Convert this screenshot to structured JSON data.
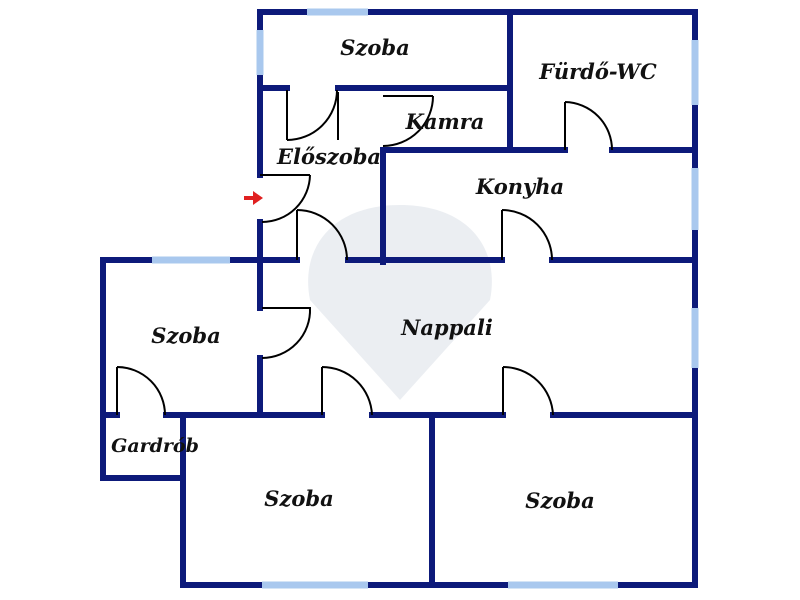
{
  "plan": {
    "colors": {
      "wall": "#0d1a7a",
      "window": "#a9c8ee",
      "entrance_arrow": "#e02020",
      "watermark": "#e9ecf1"
    },
    "rooms": {
      "szoba_top": "Szoba",
      "furdo_wc": "Fürdő-WC",
      "kamra": "Kamra",
      "eloszoba": "Előszoba",
      "konyha": "Konyha",
      "szoba_left": "Szoba",
      "nappali": "Nappali",
      "gardrob": "Gardrób",
      "szoba_bottom_left": "Szoba",
      "szoba_bottom_right": "Szoba"
    },
    "icons": {
      "entrance": "entrance-arrow-icon",
      "watermark": "logo-watermark-icon"
    }
  }
}
